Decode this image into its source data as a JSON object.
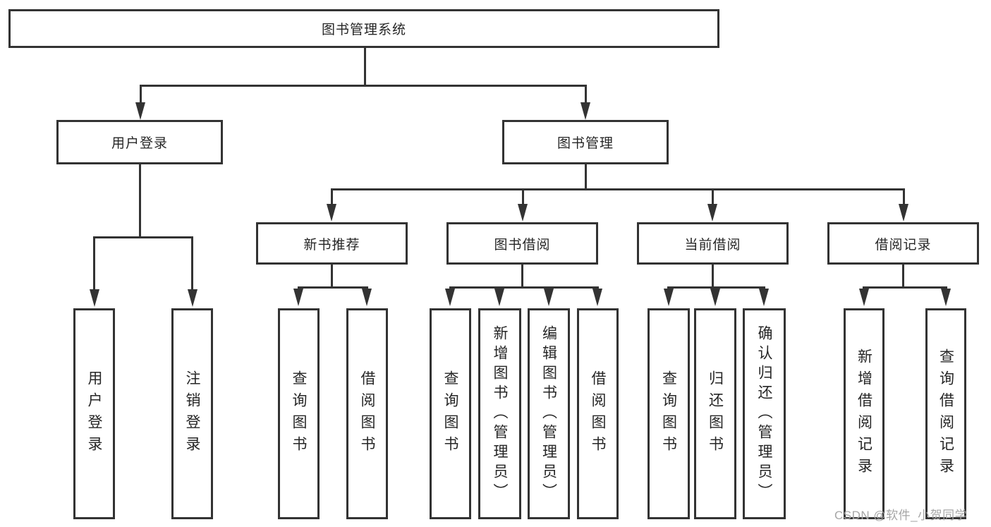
{
  "diagram": {
    "root": {
      "label": "图书管理系统"
    },
    "branches": {
      "user_login": {
        "label": "用户登录",
        "children": {
          "login": "用户登录",
          "logout": "注销登录"
        }
      },
      "book_mgmt": {
        "label": "图书管理",
        "children": {
          "new_book_rec": {
            "label": "新书推荐",
            "children": {
              "query_books": "查询图书",
              "borrow_books": "借阅图书"
            }
          },
          "book_borrow": {
            "label": "图书借阅",
            "children": {
              "query_books": "查询图书",
              "add_books_admin": "新增图书（管理员）",
              "edit_books_admin": "编辑图书（管理员）",
              "borrow_books": "借阅图书"
            }
          },
          "current_borrow": {
            "label": "当前借阅",
            "children": {
              "query_books": "查询图书",
              "return_books": "归还图书",
              "confirm_return_admin": "确认归还（管理员）"
            }
          },
          "borrow_records": {
            "label": "借阅记录",
            "children": {
              "add_borrow_record": "新增借阅记录",
              "query_borrow_record": "查询借阅记录"
            }
          }
        }
      }
    },
    "style": {
      "line_color": "#333333",
      "box_background": "#ffffff"
    }
  },
  "watermark": {
    "text": "CSDN @软件_小贺同学"
  }
}
